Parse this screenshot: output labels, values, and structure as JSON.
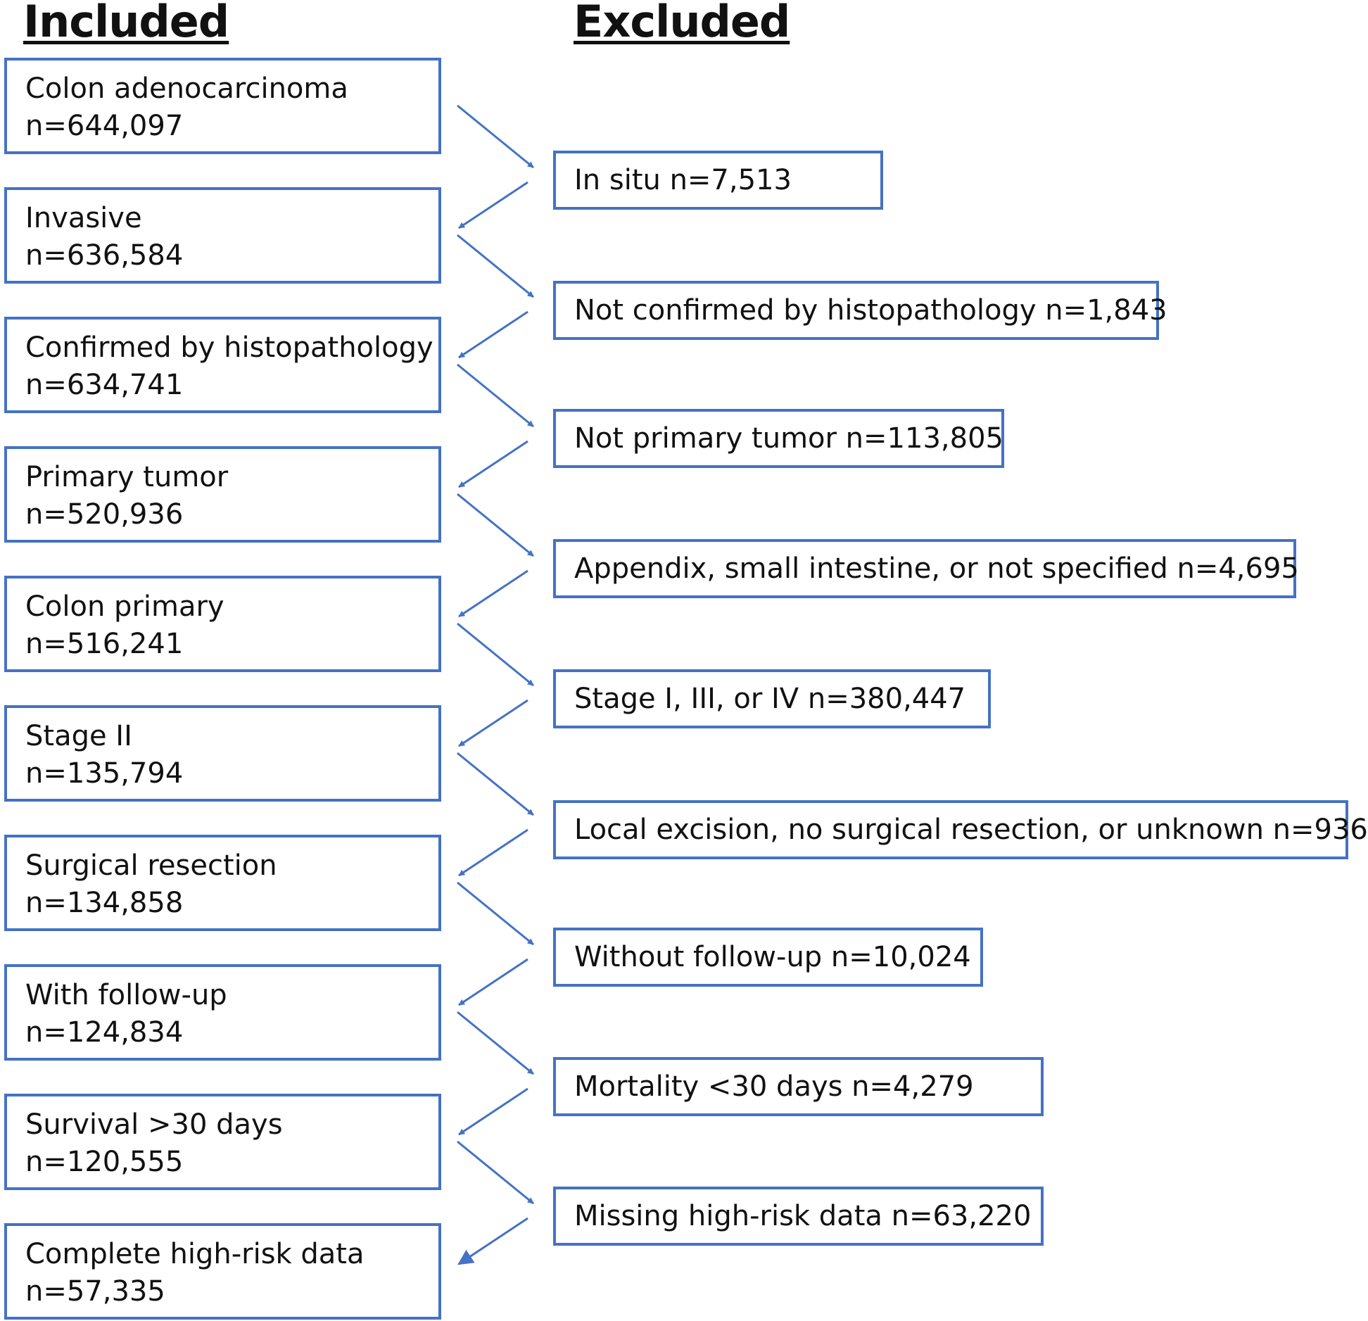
{
  "headings": {
    "included": "Included",
    "excluded": "Excluded"
  },
  "included": [
    {
      "label": "Colon adenocarcinoma",
      "count": "n=644,097"
    },
    {
      "label": "Invasive",
      "count": "n=636,584"
    },
    {
      "label": "Confirmed by histopathology",
      "count": "n=634,741"
    },
    {
      "label": "Primary tumor",
      "count": "n=520,936"
    },
    {
      "label": "Colon primary",
      "count": "n=516,241"
    },
    {
      "label": "Stage II",
      "count": "n=135,794"
    },
    {
      "label": "Surgical resection",
      "count": "n=134,858"
    },
    {
      "label": "With follow-up",
      "count": "n=124,834"
    },
    {
      "label": "Survival >30 days",
      "count": "n=120,555"
    },
    {
      "label": "Complete high-risk data",
      "count": "n=57,335"
    }
  ],
  "excluded": [
    {
      "text": "In situ n=7,513"
    },
    {
      "text": "Not confirmed by histopathology n=1,843"
    },
    {
      "text": "Not primary tumor n=113,805"
    },
    {
      "text": "Appendix, small intestine, or not specified n=4,695"
    },
    {
      "text": "Stage I, III, or IV n=380,447"
    },
    {
      "text": "Local excision, no surgical resection, or unknown n=936"
    },
    {
      "text": "Without follow-up n=10,024"
    },
    {
      "text": "Mortality <30 days n=4,279"
    },
    {
      "text": "Missing high-risk data n=63,220"
    }
  ],
  "colors": {
    "box_border": "#4472c4",
    "arrow": "#4472c4",
    "text": "#111111"
  }
}
